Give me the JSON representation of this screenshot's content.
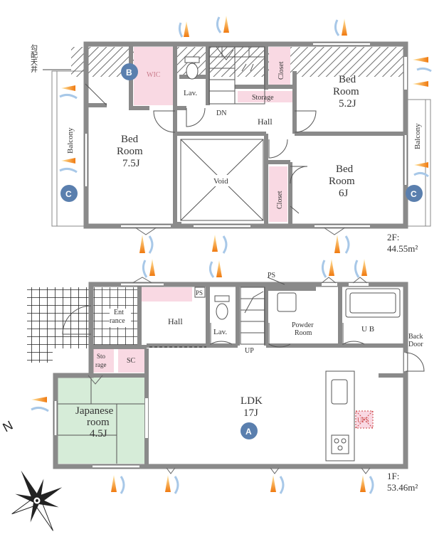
{
  "upper_floor": {
    "ceiling_note": "勾配天井",
    "rooms": {
      "wic": "WIC",
      "lav": "Lav.",
      "closet_top": "Closet",
      "storage": "Storage",
      "hall": "Hall",
      "dn": "DN",
      "bed_75_l1": "Bed",
      "bed_75_l2": "Room",
      "bed_75_l3": "7.5J",
      "bed_52_l1": "Bed",
      "bed_52_l2": "Room",
      "bed_52_l3": "5.2J",
      "bed_6_l1": "Bed",
      "bed_6_l2": "Room",
      "bed_6_l3": "6J",
      "void": "Void",
      "closet_mid": "Closet",
      "balcony_left": "Balcony",
      "balcony_right": "Balcony"
    },
    "area_l1": "2F:",
    "area_l2": "44.55m²"
  },
  "lower_floor": {
    "rooms": {
      "entrance_l1": "Ent",
      "entrance_l2": "rance",
      "hall": "Hall",
      "ps_small": "PS",
      "ps_top": "PS",
      "lav": "Lav.",
      "up": "UP",
      "powder_l1": "Powder",
      "powder_l2": "Room",
      "ub": "U B",
      "back_door_l1": "Back",
      "back_door_l2": "Door",
      "storage_l1": "Sto",
      "storage_l2": "rage",
      "sc": "SC",
      "japanese_l1": "Japanese",
      "japanese_l2": "room",
      "japanese_l3": "4.5J",
      "ldk_l1": "LDK",
      "ldk_l2": "17J",
      "ufs": "UFS"
    },
    "area_l1": "1F:",
    "area_l2": "53.46m²"
  },
  "markers": {
    "a": "A",
    "b": "B",
    "c_left": "C",
    "c_right": "C"
  },
  "compass": {
    "north": "N"
  },
  "colors": {
    "wall": "#8a8a8a",
    "pink": "#f9d9e3",
    "green": "#d6ecd8",
    "marker": "#5a7fae",
    "light_orange": "#f5a623",
    "light_blue": "#a8c8e8"
  }
}
